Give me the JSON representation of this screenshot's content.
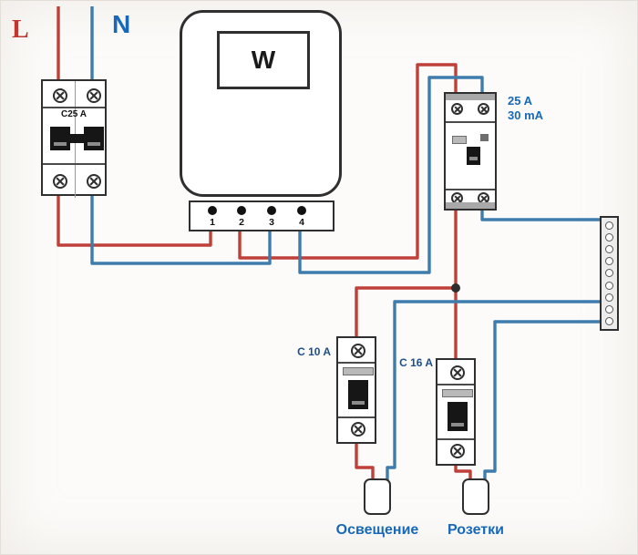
{
  "colors": {
    "wire_red": "#bf4038",
    "wire_blue": "#3e7cae",
    "label_red": "#c2362e",
    "label_blue": "#1769b8",
    "label_navy": "#1d4e8c",
    "border_dark": "#2f2f2f"
  },
  "labels": {
    "line": "L",
    "neutral": "N"
  },
  "main_breaker": {
    "label": "C25 A"
  },
  "meter": {
    "label": "W",
    "terminals": [
      "1",
      "2",
      "3",
      "4"
    ]
  },
  "rcd": {
    "rating_current": "25 A",
    "rating_leakage": "30 mA"
  },
  "branch_breakers": [
    {
      "label": "C 10 A"
    },
    {
      "label": "C 16 A"
    }
  ],
  "loads": [
    {
      "label": "Освещение"
    },
    {
      "label": "Розетки"
    }
  ]
}
